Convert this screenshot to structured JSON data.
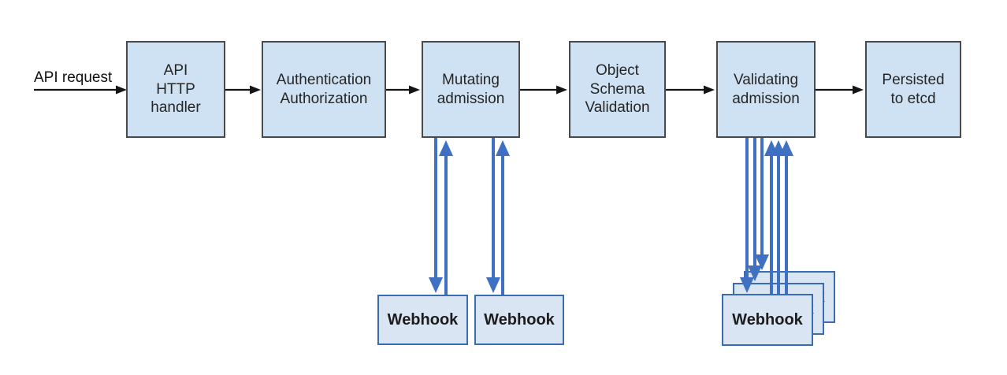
{
  "colors": {
    "node-fill": "#cfe2f3",
    "node-border": "#4a4a4a",
    "webhook-fill": "#d9e5f3",
    "webhook-border": "#3a6cb0",
    "arrow-blue": "#3f70c1",
    "arrow-black": "#141414",
    "text": "#262626"
  },
  "flow": {
    "request_label": "API request",
    "nodes": [
      {
        "label": "API\nHTTP\nhandler"
      },
      {
        "label": "Authentication\nAuthorization"
      },
      {
        "label": "Mutating\nadmission"
      },
      {
        "label": "Object\nSchema\nValidation"
      },
      {
        "label": "Validating\nadmission"
      },
      {
        "label": "Persisted\nto etcd"
      }
    ],
    "webhooks": {
      "mutating": [
        {
          "label": "Webhook"
        },
        {
          "label": "Webhook"
        }
      ],
      "validating": [
        {
          "label": "Webhook"
        },
        {
          "label": "Webhook"
        },
        {
          "label": "Webhook"
        }
      ]
    }
  }
}
